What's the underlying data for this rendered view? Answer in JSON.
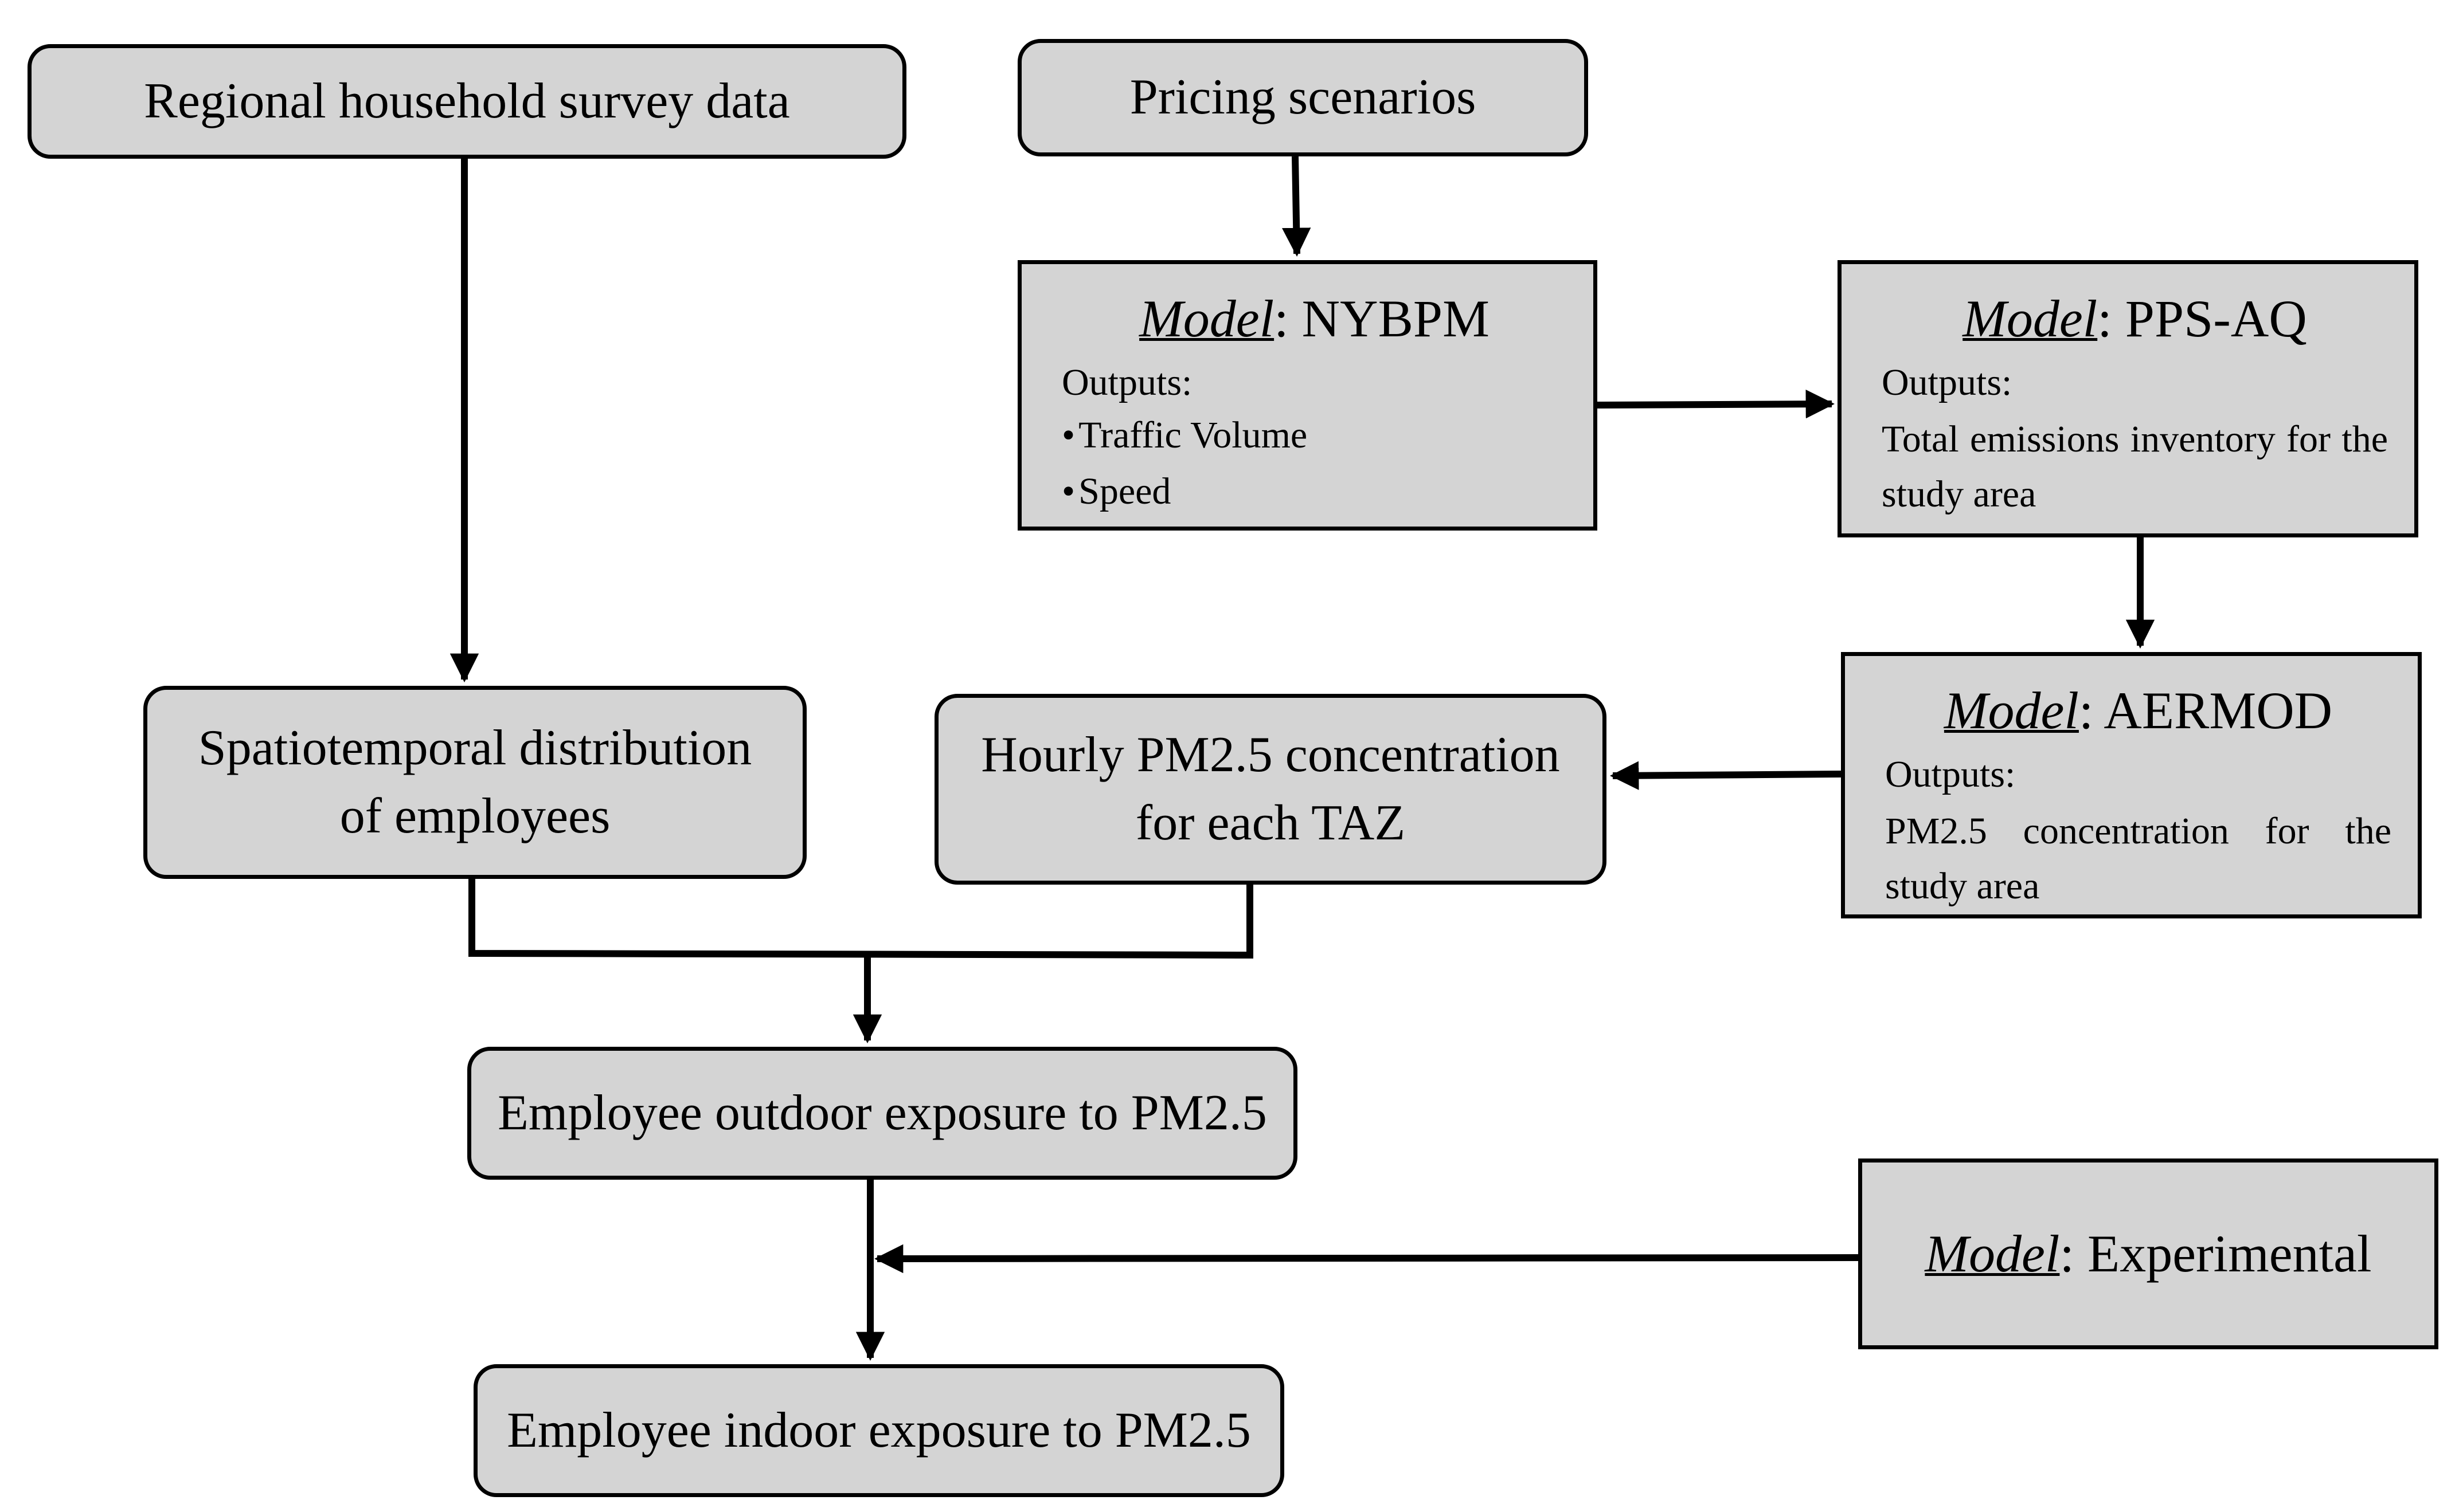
{
  "nodes": {
    "survey": {
      "label": "Regional household survey data"
    },
    "pricing": {
      "label": "Pricing scenarios"
    },
    "nybpm": {
      "model_word": "Model",
      "model_name": ": NYBPM",
      "outputs_label": "Outputs:",
      "outputs": [
        "Traffic Volume",
        "Speed"
      ]
    },
    "ppsaq": {
      "model_word": "Model",
      "model_name": ": PPS-AQ",
      "outputs_label": "Outputs:",
      "output_text": "Total emissions inventory for the study area"
    },
    "aermod": {
      "model_word": "Model",
      "model_name": ": AERMOD",
      "outputs_label": "Outputs:",
      "output_text": "PM2.5 concentration for the study area"
    },
    "spatio": {
      "line1": "Spatiotemporal distribution",
      "line2": "of employees"
    },
    "hourly": {
      "line1": "Hourly PM2.5 concentration",
      "line2": "for each TAZ"
    },
    "outdoor": {
      "label": "Employee outdoor exposure to PM2.5"
    },
    "experimental": {
      "model_word": "Model",
      "model_name": ": Experimental"
    },
    "indoor": {
      "label": "Employee indoor exposure to PM2.5"
    }
  },
  "edges": [
    {
      "from": "survey",
      "to": "spatio"
    },
    {
      "from": "pricing",
      "to": "nybpm"
    },
    {
      "from": "nybpm",
      "to": "ppsaq"
    },
    {
      "from": "ppsaq",
      "to": "aermod"
    },
    {
      "from": "aermod",
      "to": "hourly"
    },
    {
      "from": "spatio",
      "to": "outdoor"
    },
    {
      "from": "hourly",
      "to": "outdoor"
    },
    {
      "from": "outdoor",
      "to": "indoor"
    },
    {
      "from": "experimental",
      "to": "indoor"
    }
  ],
  "colors": {
    "box_fill": "#d4d4d4",
    "stroke": "#000000",
    "background": "#ffffff"
  }
}
